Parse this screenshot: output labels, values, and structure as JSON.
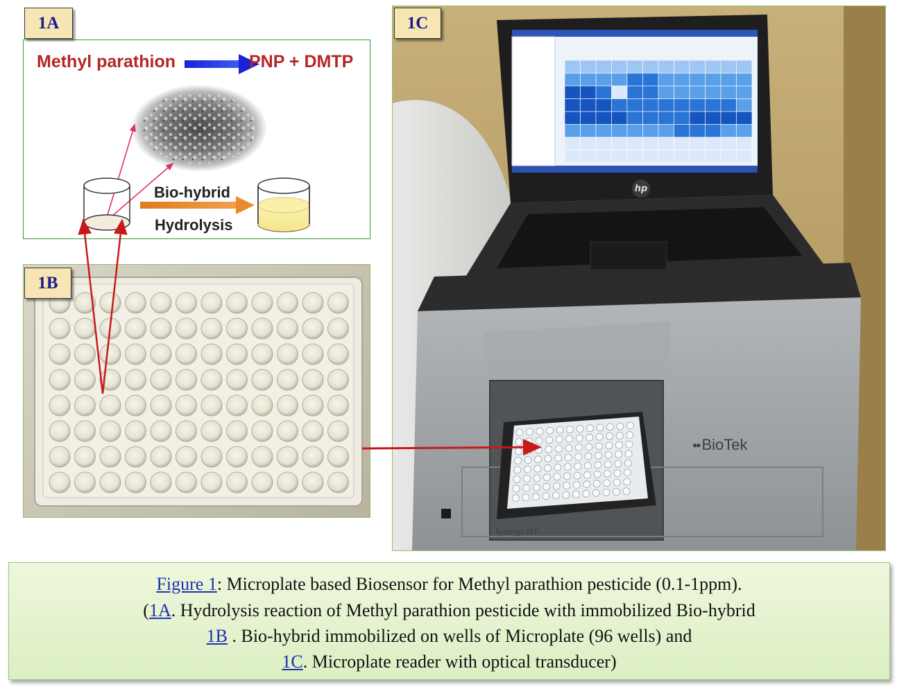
{
  "panel_labels": {
    "a": "1A",
    "b": "1B",
    "c": "1C"
  },
  "reaction": {
    "reactant": "Methyl parathion",
    "products": "PNP + DMTP",
    "catalyst": "Bio-hybrid",
    "process": "Hydrolysis"
  },
  "laptop_brand": "hp",
  "reader": {
    "brand": "BioTek",
    "model": "Synergy HT"
  },
  "caption": {
    "figure_ref": "Figure 1",
    "line1_rest": ":  Microplate based Biosensor for Methyl parathion pesticide (0.1-1ppm).",
    "line2_open": "(",
    "ref_1a": "1A",
    "line2_rest": ". Hydrolysis reaction of Methyl parathion pesticide with immobilized Bio-hybrid",
    "ref_1b": "1B",
    "line3_rest": " . Bio-hybrid  immobilized on wells of Microplate (96 wells) and",
    "ref_1c": "1C",
    "line4_rest": ".  Microplate reader with optical transducer)"
  },
  "colors": {
    "label_bg": "#f7e6b4",
    "label_text": "#1a1a8a",
    "reaction_text": "#b52626",
    "blue_arrow": "#1b22d6",
    "red_arrow": "#d21a1a",
    "caption_bg": "#e4f2cf",
    "link": "#1f2fb0"
  }
}
